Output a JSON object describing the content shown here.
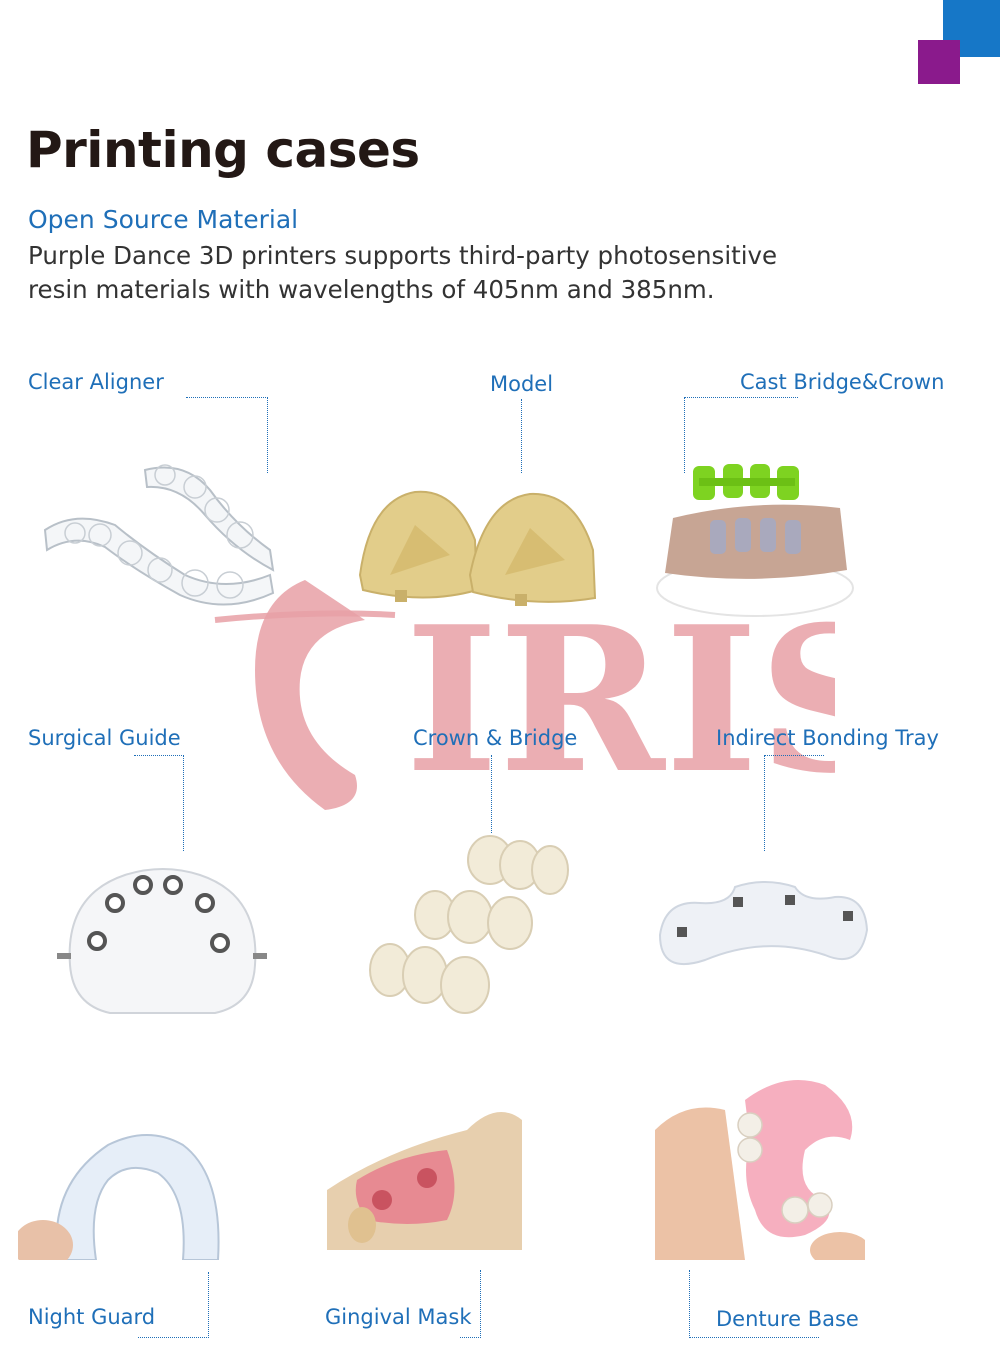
{
  "header": {
    "title": "Printing cases",
    "subtitle": "Open Source Material",
    "description_line1": "Purple Dance 3D printers supports third-party photosensitive",
    "description_line2": "resin materials with wavelengths of 405nm and 385nm."
  },
  "watermark": {
    "text": "IRIS",
    "color": "#e8a0a6"
  },
  "colors": {
    "accent": "#1f6fb8",
    "corner_blue": "#1677c7",
    "corner_purple": "#8a1a8c"
  },
  "cases": [
    {
      "label": "Clear Aligner",
      "icon": "clear-aligner-image"
    },
    {
      "label": "Model",
      "icon": "model-image"
    },
    {
      "label": "Cast Bridge&Crown",
      "icon": "cast-bridge-crown-image"
    },
    {
      "label": "Surgical Guide",
      "icon": "surgical-guide-image"
    },
    {
      "label": "Crown & Bridge",
      "icon": "crown-bridge-image"
    },
    {
      "label": "Indirect Bonding Tray",
      "icon": "indirect-bonding-tray-image"
    },
    {
      "label": "Night Guard",
      "icon": "night-guard-image"
    },
    {
      "label": "Gingival Mask",
      "icon": "gingival-mask-image"
    },
    {
      "label": "Denture Base",
      "icon": "denture-base-image"
    }
  ]
}
